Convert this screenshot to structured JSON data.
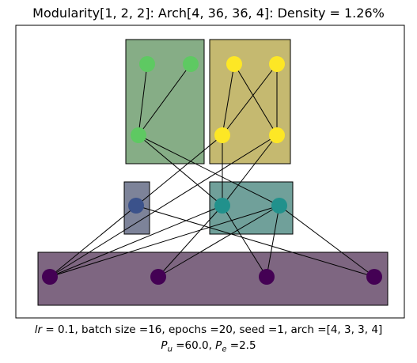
{
  "header": {
    "title": "Modularity[1, 2, 2]: Arch[4, 36, 36, 4]: Density = 1.26%"
  },
  "caption": {
    "lr_symbol": "lr",
    "line1_rest": " =  0.1, batch size =16, epochs =20, seed =1, arch =[4, 3, 3, 4]",
    "pu_symbol": "P",
    "pu_sub": "u",
    "pu_rest": " =60.0, ",
    "pe_symbol": "P",
    "pe_sub": "e",
    "pe_rest": " =2.5"
  },
  "colors": {
    "green_node": "#5ec962",
    "yellow_node": "#fde725",
    "blue_node": "#3b528b",
    "teal_node": "#21918c",
    "purple_node": "#440154",
    "green_box": "#86ad86",
    "yellow_box": "#c5b970",
    "blue_box": "#7d8399",
    "teal_box": "#70a09a",
    "purple_box": "#7e6681"
  },
  "network": {
    "layers": [
      4,
      3,
      3,
      4
    ],
    "modules": [
      {
        "name": "input-module",
        "layer": 3,
        "color": "#7e6681"
      },
      {
        "name": "hidden1-module-left",
        "layer": 2,
        "color": "#7d8399"
      },
      {
        "name": "hidden1-module-right",
        "layer": 2,
        "color": "#70a09a"
      },
      {
        "name": "hidden2-module-left",
        "layer": 1,
        "color": "#86ad86"
      },
      {
        "name": "hidden2-module-right",
        "layer": 1,
        "color": "#c5b970"
      }
    ],
    "nodes": [
      {
        "id": "n0a",
        "color": "#5ec962"
      },
      {
        "id": "n0b",
        "color": "#5ec962"
      },
      {
        "id": "n0c",
        "color": "#fde725"
      },
      {
        "id": "n0d",
        "color": "#fde725"
      },
      {
        "id": "n1a",
        "color": "#5ec962"
      },
      {
        "id": "n1b",
        "color": "#fde725"
      },
      {
        "id": "n1c",
        "color": "#fde725"
      },
      {
        "id": "n2a",
        "color": "#3b528b"
      },
      {
        "id": "n2b",
        "color": "#21918c"
      },
      {
        "id": "n2c",
        "color": "#21918c"
      },
      {
        "id": "n3a",
        "color": "#440154"
      },
      {
        "id": "n3b",
        "color": "#440154"
      },
      {
        "id": "n3c",
        "color": "#440154"
      },
      {
        "id": "n3d",
        "color": "#440154"
      }
    ],
    "edges": [
      [
        "n0a",
        "n1a"
      ],
      [
        "n0b",
        "n1a"
      ],
      [
        "n0c",
        "n1b"
      ],
      [
        "n0c",
        "n1c"
      ],
      [
        "n0d",
        "n1b"
      ],
      [
        "n0d",
        "n1c"
      ],
      [
        "n1a",
        "n2b"
      ],
      [
        "n1a",
        "n2c"
      ],
      [
        "n1b",
        "n2b"
      ],
      [
        "n1b",
        "n3a"
      ],
      [
        "n1c",
        "n2b"
      ],
      [
        "n1c",
        "n3a"
      ],
      [
        "n2a",
        "n3d"
      ],
      [
        "n2b",
        "n3a"
      ],
      [
        "n2b",
        "n3b"
      ],
      [
        "n2b",
        "n3c"
      ],
      [
        "n2c",
        "n3a"
      ],
      [
        "n2c",
        "n3b"
      ],
      [
        "n2c",
        "n3c"
      ],
      [
        "n2c",
        "n3d"
      ]
    ]
  }
}
